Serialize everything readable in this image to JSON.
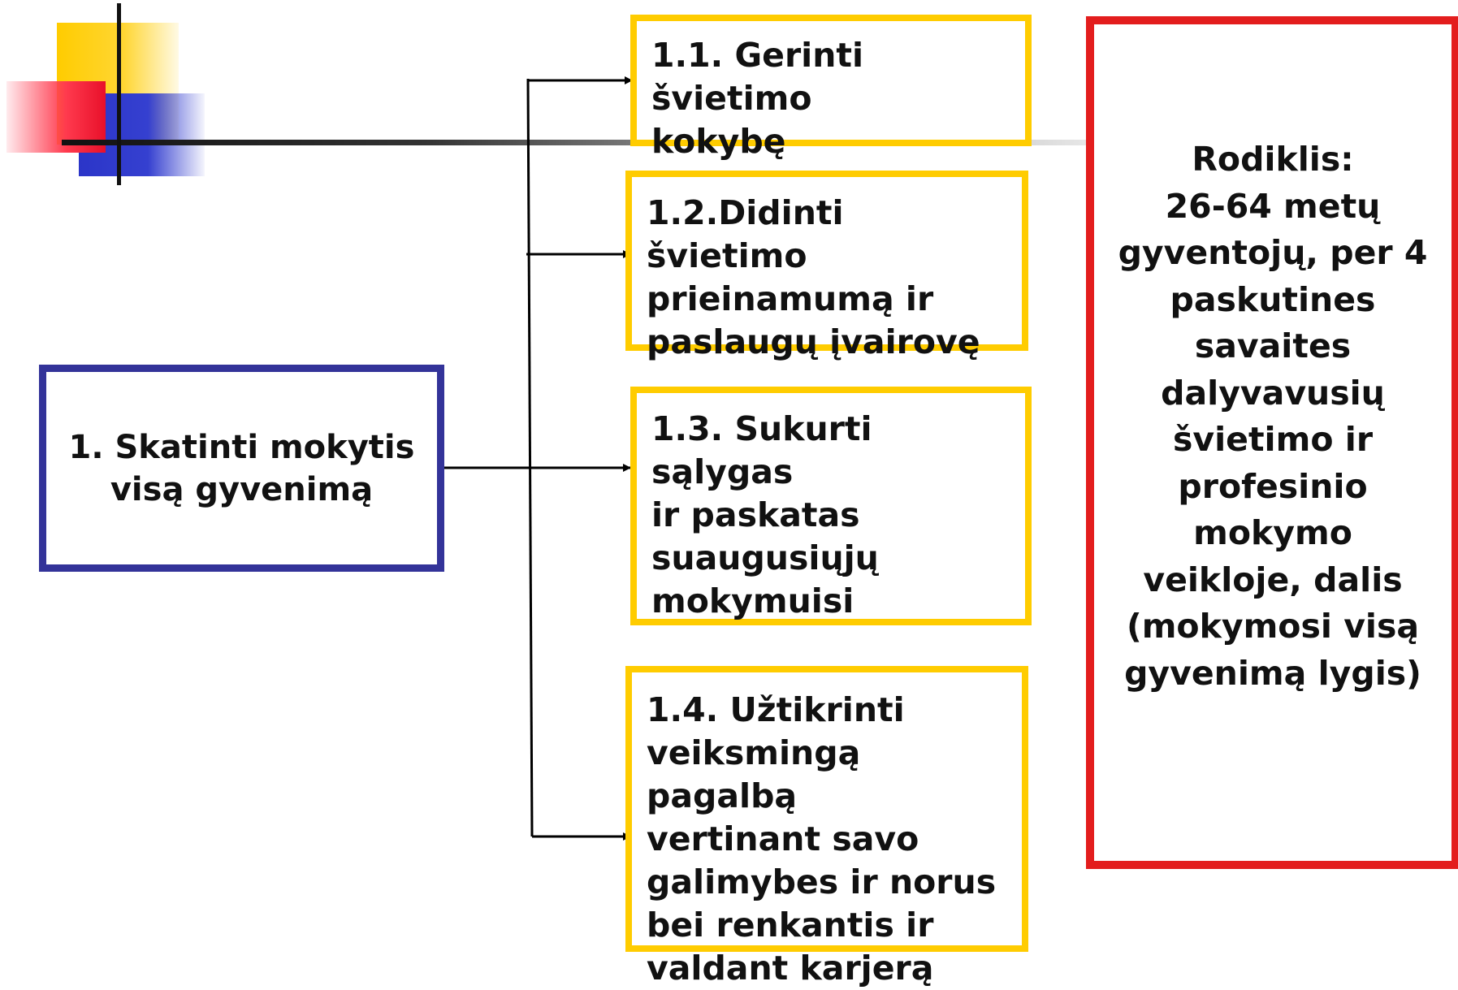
{
  "main_objective": {
    "lines": [
      "1. Skatinti mokytis",
      "visą gyvenimą"
    ]
  },
  "tasks": [
    {
      "lines": [
        "1.1. Gerinti švietimo",
        "kokybę"
      ]
    },
    {
      "lines": [
        "1.2.Didinti švietimo",
        "prieinamumą ir",
        "paslaugų įvairovę"
      ]
    },
    {
      "lines": [
        "1.3. Sukurti sąlygas",
        "ir paskatas",
        "suaugusiųjų",
        "mokymuisi"
      ]
    },
    {
      "lines": [
        "1.4. Užtikrinti",
        "veiksmingą pagalbą",
        "vertinant savo",
        "galimybes ir norus",
        "bei renkantis ir",
        "valdant karjerą"
      ]
    }
  ],
  "indicator": {
    "lines": [
      "Rodiklis:",
      "26-64 metų",
      "gyventojų, per 4",
      "paskutines",
      "savaites",
      "dalyvavusių",
      "švietimo ir",
      "profesinio",
      "mokymo",
      "veikloje, dalis",
      "(mokymosi visą",
      "gyvenimą lygis)"
    ]
  },
  "colors": {
    "main_border": "#333399",
    "task_border": "#ffcc00",
    "indicator_border": "#e31d1d"
  }
}
